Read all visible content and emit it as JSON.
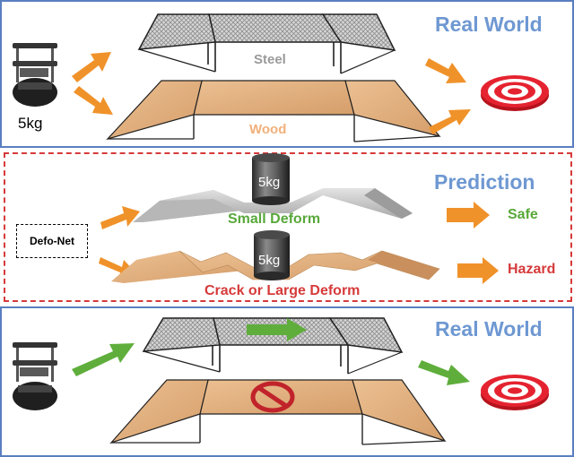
{
  "real_world_top": {
    "heading": "Real World",
    "mass": "5kg",
    "steel_label": "Steel",
    "wood_label": "Wood"
  },
  "prediction": {
    "heading": "Prediction",
    "model": "Defo-Net",
    "upper_mass": "5kg",
    "lower_mass": "5kg",
    "small_deform_label": "Small Deform",
    "large_deform_label": "Crack or Large Deform",
    "safe_label": "Safe",
    "hazard_label": "Hazard"
  },
  "real_world_bottom": {
    "heading": "Real World"
  },
  "colors": {
    "heading_blue": "#6e98d2",
    "arrow_orange": "#f0922a",
    "arrow_green": "#5fae3c",
    "safe_green": "#58a83a",
    "hazard_red": "#d63a3a",
    "wood": "#e2b07e",
    "steel": "#c9c9c9"
  }
}
